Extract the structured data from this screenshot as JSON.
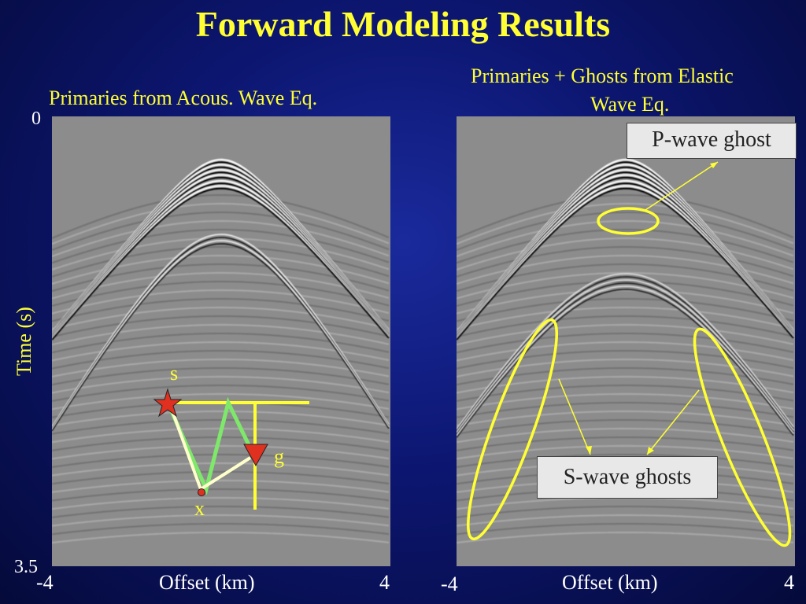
{
  "title": "Forward Modeling Results",
  "left_panel": {
    "heading": "Primaries from Acous. Wave Eq.",
    "y_axis_label": "Time (s)",
    "y_top_tick": "0",
    "y_bottom_tick": "3.5",
    "x_min_tick": "-4",
    "x_max_tick": "4",
    "x_axis_label": "Offset (km)",
    "diagram_labels": {
      "source": "s",
      "receiver": "g",
      "point": "x"
    }
  },
  "right_panel": {
    "heading_line1": "Primaries + Ghosts from Elastic",
    "heading_line2": "Wave Eq.",
    "x_min_tick": "-4",
    "x_max_tick": "4",
    "x_axis_label": "Offset (km)",
    "callout_p": "P-wave ghost",
    "callout_s": "S-wave ghosts"
  },
  "colors": {
    "title": "#ffff33",
    "annotation": "#ffff33",
    "background": "#0c1670",
    "section_gray": "#8c8c8c"
  }
}
